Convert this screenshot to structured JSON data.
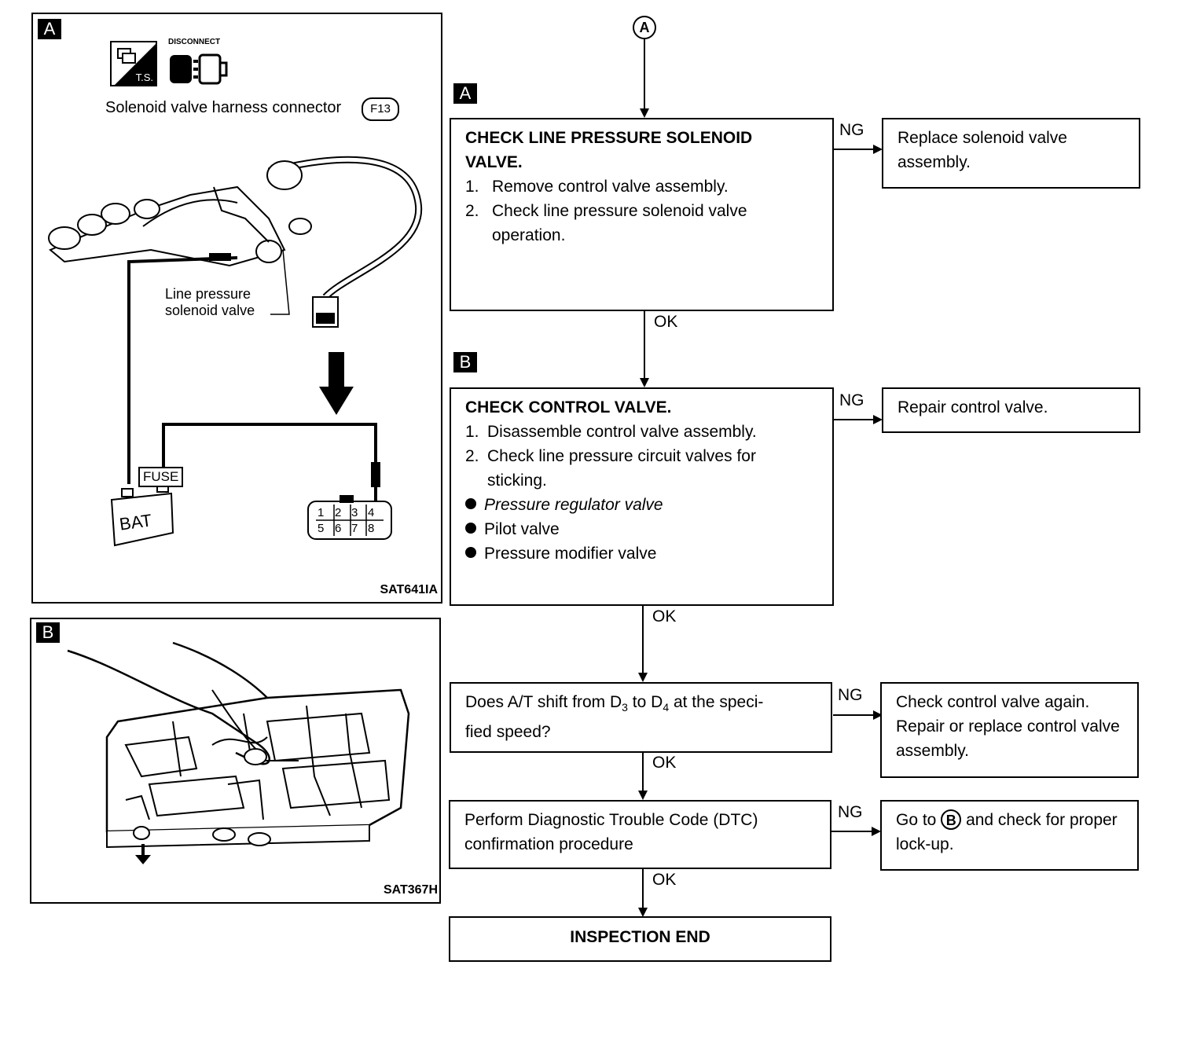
{
  "left": {
    "panel_a": {
      "tag": "A",
      "disconnect_label": "DISCONNECT",
      "ts_label": "T.S.",
      "connector_caption": "Solenoid valve harness connector",
      "connector_code": "F13",
      "line_pressure_label_1": "Line pressure",
      "line_pressure_label_2": "solenoid valve",
      "fuse_label": "FUSE",
      "bat_label": "BAT",
      "terminals_top": [
        "1",
        "2",
        "3",
        "4"
      ],
      "terminals_bottom": [
        "5",
        "6",
        "7",
        "8"
      ],
      "figure_code": "SAT641IA"
    },
    "panel_b": {
      "tag": "B",
      "figure_code": "SAT367H"
    }
  },
  "flow": {
    "start_marker": "A",
    "tag_a": "A",
    "tag_b": "B",
    "box1": {
      "title_1": "CHECK LINE PRESSURE SOLENOID",
      "title_2": "VALVE.",
      "step1_num": "1.",
      "step1": "Remove control valve assembly.",
      "step2_num": "2.",
      "step2": "Check line pressure solenoid valve operation."
    },
    "box1_ng": "Replace solenoid valve assembly.",
    "box2": {
      "title": "CHECK CONTROL VALVE.",
      "step1_num": "1.",
      "step1": "Disassemble control valve assembly.",
      "step2_num": "2.",
      "step2": "Check line pressure circuit valves for sticking.",
      "bullets": [
        "Pressure regulator valve",
        "Pilot valve",
        "Pressure modifier valve"
      ]
    },
    "box2_ng": "Repair control valve.",
    "box3": {
      "text_1": "Does A/T shift from D",
      "sub_1": "3",
      "text_2": " to D",
      "sub_2": "4",
      "text_3": " at the speci-",
      "text_4": "fied speed?"
    },
    "box3_ng": "Check control valve again. Repair or replace control valve assembly.",
    "box4": "Perform Diagnostic Trouble Code (DTC) confirmation procedure",
    "box4_ng": {
      "pre": "Go to",
      "marker": "B",
      "post": "and check for proper lock-up."
    },
    "end": "INSPECTION END",
    "ng": "NG",
    "ok": "OK"
  }
}
